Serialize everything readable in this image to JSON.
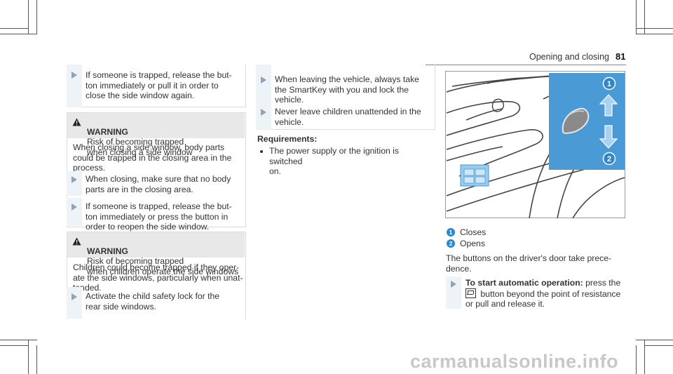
{
  "header": {
    "section": "Opening and closing",
    "page": "81"
  },
  "col1": {
    "instr1": "If someone is trapped, release the but-\nton immediately or pull it in order to\nclose the side window again.",
    "warning1": {
      "label": "WARNING",
      "title": "Risk of becoming trapped\nwhen closing a side window",
      "body": "When closing a side window, body parts\ncould be trapped in the closing area in the\nprocess.",
      "steps": [
        "When closing, make sure that no body\nparts are in the closing area.",
        "If someone is trapped, release the but-\nton immediately or press the button in\norder to reopen the side window."
      ]
    },
    "warning2": {
      "label": "WARNING",
      "title": "Risk of becoming trapped\nwhen children operate the side windows",
      "body": "Children could become trapped if they oper-\nate the side windows, particularly when unat-\ntended.",
      "steps": [
        "Activate the child safety lock for the\nrear side windows."
      ]
    }
  },
  "col2": {
    "steps": [
      "When leaving the vehicle, always take\nthe SmartKey with you and lock the\nvehicle.",
      "Never leave children unattended in the\nvehicle."
    ],
    "requirements_title": "Requirements:",
    "requirements": [
      "The power supply or the ignition is switched\non."
    ]
  },
  "col3": {
    "figure": {
      "callout1": "1",
      "callout2": "2"
    },
    "legend": [
      {
        "num": "1",
        "text": "Closes"
      },
      {
        "num": "2",
        "text": "Opens"
      }
    ],
    "para": "The buttons on the driver's door take prece-\ndence.",
    "instr_bold": "To start automatic operation:",
    "instr_rest1": " press the",
    "instr_rest2": " button beyond the point of resistance\nor pull and release it."
  },
  "watermark": "carmanualsonline.info",
  "colors": {
    "accent": "#2f86c8",
    "figure_blue": "#4a9ad6",
    "instr_bar": "#eef3f7",
    "warning_bg": "#e8e8e8"
  }
}
